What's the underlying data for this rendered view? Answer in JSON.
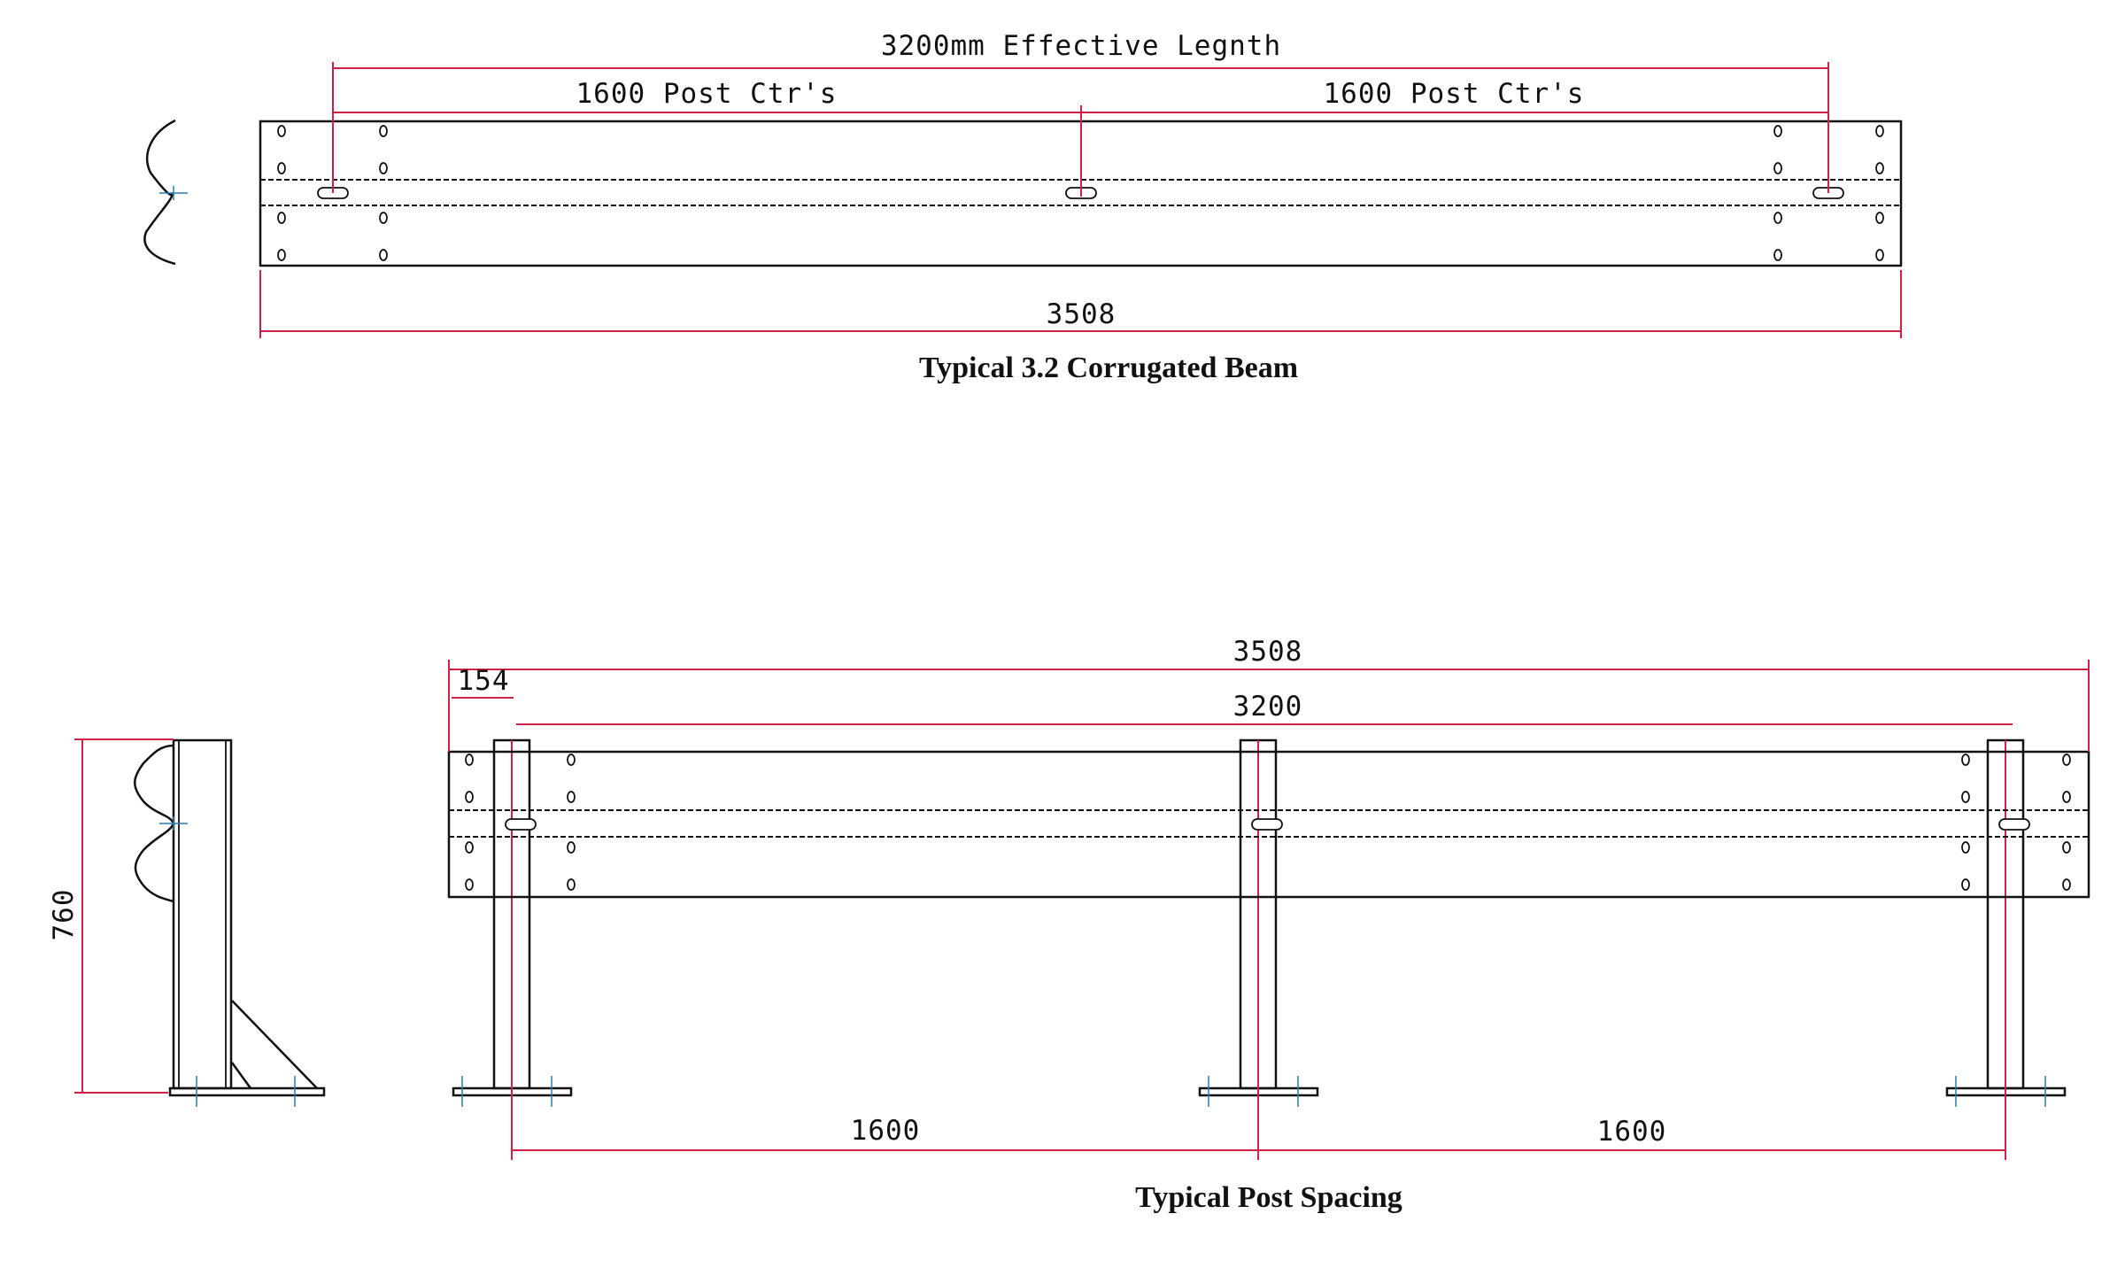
{
  "beam_drawing": {
    "effective_length_label": "3200mm Effective Legnth",
    "post_ctrs_left": "1600 Post Ctr's",
    "post_ctrs_right": "1600 Post Ctr's",
    "overall_length": "3508",
    "caption": "Typical 3.2 Corrugated Beam"
  },
  "post_drawing": {
    "overall_length": "3508",
    "offset": "154",
    "post_span": "3200",
    "height": "760",
    "spacing_left": "1600",
    "spacing_right": "1600",
    "caption": "Typical Post Spacing"
  },
  "colors": {
    "dimension": "#d21f45",
    "line": "#111111",
    "centerline": "#2a7fb0"
  }
}
